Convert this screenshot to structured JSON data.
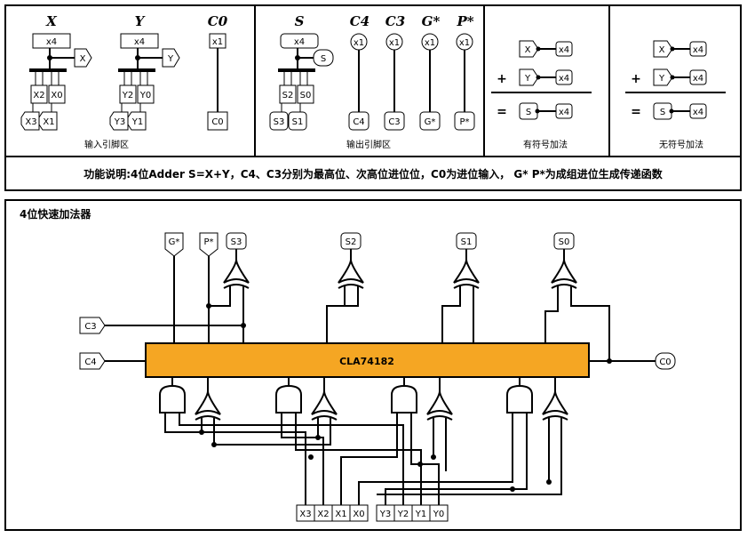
{
  "legend": {
    "input_pins": {
      "caption": "输入引脚区",
      "x": {
        "title": "X",
        "bus": "x4",
        "port": "X",
        "split": [
          "X2",
          "X0",
          "X3",
          "X1"
        ]
      },
      "y": {
        "title": "Y",
        "bus": "x4",
        "port": "Y",
        "split": [
          "Y2",
          "Y0",
          "Y3",
          "Y1"
        ]
      },
      "c0": {
        "title": "C0",
        "bus": "x1",
        "pin": "C0"
      }
    },
    "output_pins": {
      "caption": "输出引脚区",
      "s": {
        "title": "S",
        "bus": "x4",
        "port": "S",
        "split": [
          "S2",
          "S0",
          "S3",
          "S1"
        ]
      },
      "c4": {
        "title": "C4",
        "bus": "x1",
        "pin": "C4"
      },
      "c3": {
        "title": "C3",
        "bus": "x1",
        "pin": "C3"
      },
      "g": {
        "title": "G*",
        "bus": "x1",
        "pin": "G*"
      },
      "p": {
        "title": "P*",
        "bus": "x1",
        "pin": "P*"
      }
    },
    "signed_add": {
      "caption": "有符号加法",
      "plus": "+",
      "equals": "=",
      "rows": [
        {
          "name": "X",
          "bits": "x4"
        },
        {
          "name": "Y",
          "bits": "x4"
        },
        {
          "name": "S",
          "bits": "x4"
        }
      ]
    },
    "unsigned_add": {
      "caption": "无符号加法",
      "plus": "+",
      "equals": "=",
      "rows": [
        {
          "name": "X",
          "bits": "x4"
        },
        {
          "name": "Y",
          "bits": "x4"
        },
        {
          "name": "S",
          "bits": "x4"
        }
      ]
    }
  },
  "description": "功能说明:4位Adder S=X+Y，C4、C3分别为最高位、次高位进位位，C0为进位输入， G* P*为成组进位生成传递函数",
  "circuit": {
    "title": "4位快速加法器",
    "chip_label": "CLA74182",
    "chip_color": "#f5a623",
    "outputs_top": [
      "G*",
      "P*",
      "S3",
      "S2",
      "S1",
      "S0"
    ],
    "carry_c3": "C3",
    "carry_c4": "C4",
    "carry_c0": "C0",
    "inputs_bottom": [
      "X3",
      "X2",
      "X1",
      "X0",
      "Y3",
      "Y2",
      "Y1",
      "Y0"
    ]
  }
}
